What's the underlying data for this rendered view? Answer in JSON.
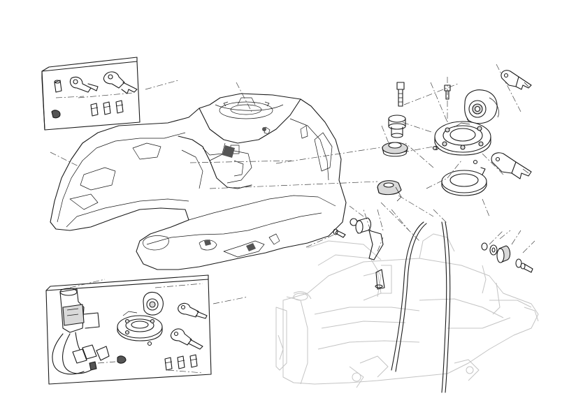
{
  "diagram": {
    "type": "exploded-parts-view",
    "colors": {
      "line": "#1a1a1a",
      "ghost_frame": "#c4c4c4",
      "shade": "#d9d9d9",
      "background": "#ffffff"
    },
    "parts": [
      "fuel-tank",
      "tank-cap-assembly",
      "cap-gasket",
      "tank-seal-ring",
      "cap-screw",
      "cap-bolt",
      "key-upper",
      "key-lower",
      "ignition-key-set",
      "mounting-spacer",
      "rubber-mount-front",
      "rubber-mount-rear",
      "bushing-kit",
      "breather-hose",
      "frame-ghost",
      "inset-lock-set",
      "inset-ignition-cap-kit"
    ]
  }
}
